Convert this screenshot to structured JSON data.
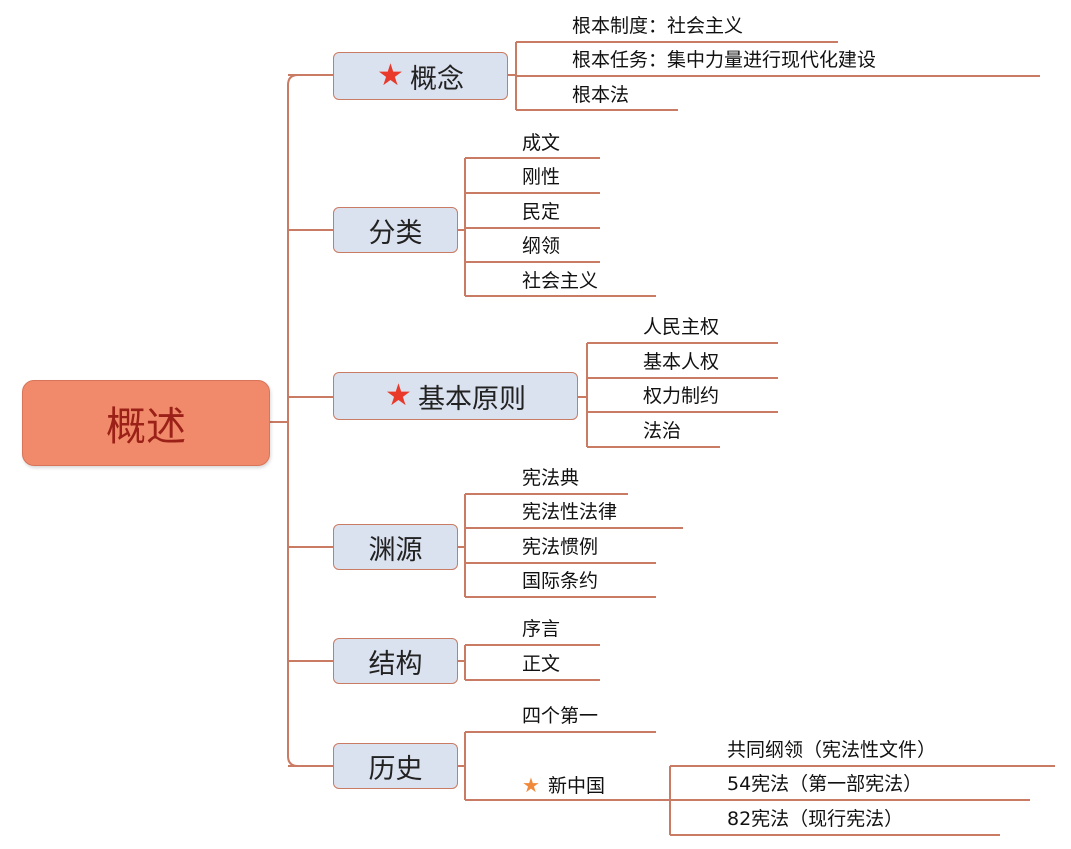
{
  "root": {
    "label": "概述"
  },
  "branches": {
    "concept": {
      "label": "概念",
      "starred": true,
      "leaves": [
        "根本制度：社会主义",
        "根本任务：集中力量进行现代化建设",
        "根本法"
      ]
    },
    "classification": {
      "label": "分类",
      "leaves": [
        "成文",
        "刚性",
        "民定",
        "纲领",
        "社会主义"
      ]
    },
    "principles": {
      "label": "基本原则",
      "starred": true,
      "leaves": [
        "人民主权",
        "基本人权",
        "权力制约",
        "法治"
      ]
    },
    "sources": {
      "label": "渊源",
      "leaves": [
        "宪法典",
        "宪法性法律",
        "宪法惯例",
        "国际条约"
      ]
    },
    "structure": {
      "label": "结构",
      "leaves": [
        "序言",
        "正文"
      ]
    },
    "history": {
      "label": "历史",
      "leaves": [
        "四个第一",
        "新中国"
      ],
      "new_china_children": [
        "共同纲领（宪法性文件）",
        "54宪法（第一部宪法）",
        "82宪法（现行宪法）"
      ]
    }
  },
  "colors": {
    "line": "#c97b63",
    "root_fill": "#f08a6a",
    "branch_fill": "#dbe2ef",
    "star": "#e8392a",
    "small_star": "#f08a3a"
  }
}
